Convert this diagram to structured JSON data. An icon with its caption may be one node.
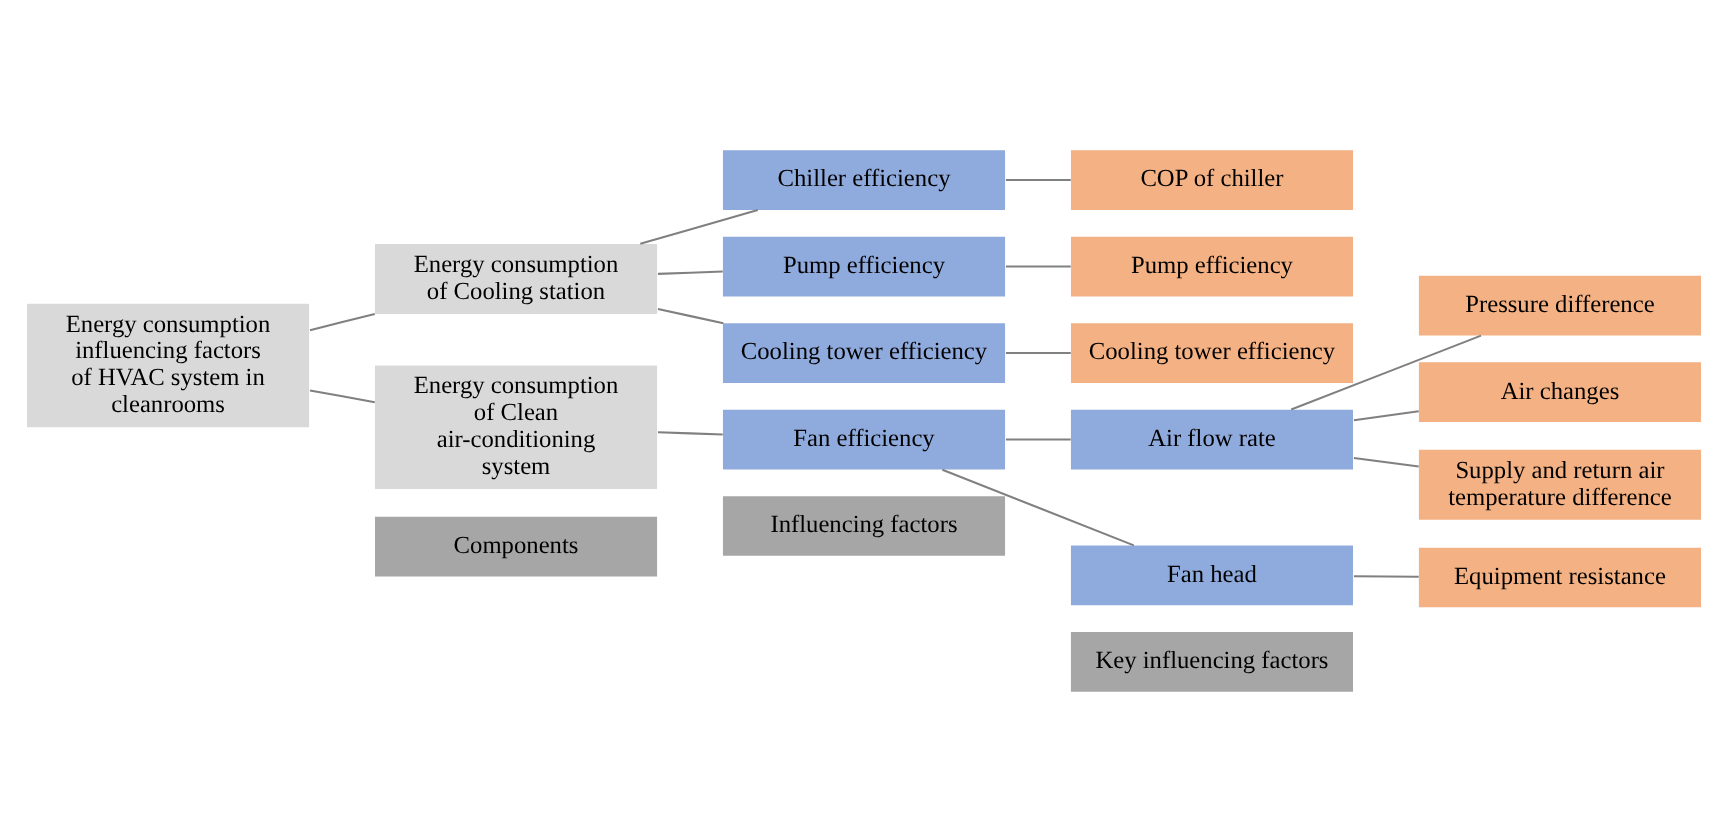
{
  "diagram": {
    "nodes": [
      {
        "text": [
          "Components"
        ]
      },
      {
        "text": [
          "Influencing factors"
        ]
      },
      {
        "text": [
          "Key influencing factors"
        ]
      },
      {
        "text": [
          "Energy consumption influencing factors of HVAC system in cleanrooms"
        ]
      },
      {
        "text": [
          "Energy consumption of Cooling station"
        ]
      },
      {
        "text": [
          "Energy consumption of Clean air-conditioning system"
        ]
      },
      {
        "text": [
          "Chiller efficiency"
        ]
      },
      {
        "text": [
          "Pump efficiency"
        ]
      },
      {
        "text": [
          "Cooling tower efficiency"
        ]
      },
      {
        "text": [
          "Fan efficiency"
        ]
      },
      {
        "text": [
          "Air flow rate"
        ]
      },
      {
        "text": [
          "Fan head"
        ]
      },
      {
        "text": [
          "COP of chiller"
        ]
      },
      {
        "text": [
          "Pump efficiency"
        ]
      },
      {
        "text": [
          "Cooling tower efficiency"
        ]
      },
      {
        "text": [
          "Pressure difference"
        ]
      },
      {
        "text": [
          "Air changes"
        ]
      },
      {
        "text": [
          "Supply and return air temperature difference"
        ]
      },
      {
        "text": [
          "Equipment resistance"
        ]
      }
    ],
    "edges": [
      {
        "from": 3,
        "to": 4,
        "arrow": "none"
      },
      {
        "from": 3,
        "to": 5,
        "arrow": "none"
      },
      {
        "from": 4,
        "to": 6,
        "arrow": "none"
      },
      {
        "from": 4,
        "to": 7,
        "arrow": "none"
      },
      {
        "from": 4,
        "to": 8,
        "arrow": "none"
      },
      {
        "from": 5,
        "to": 9,
        "arrow": "none"
      },
      {
        "from": 6,
        "to": 12,
        "arrow": "none"
      },
      {
        "from": 7,
        "to": 13,
        "arrow": "none"
      },
      {
        "from": 8,
        "to": 14,
        "arrow": "none"
      },
      {
        "from": 9,
        "to": 10,
        "arrow": "none"
      },
      {
        "from": 9,
        "to": 11,
        "arrow": "none"
      },
      {
        "from": 10,
        "to": 15,
        "arrow": "none"
      },
      {
        "from": 10,
        "to": 16,
        "arrow": "none"
      },
      {
        "from": 10,
        "to": 17,
        "arrow": "none"
      },
      {
        "from": 11,
        "to": 18,
        "arrow": "none"
      }
    ]
  }
}
